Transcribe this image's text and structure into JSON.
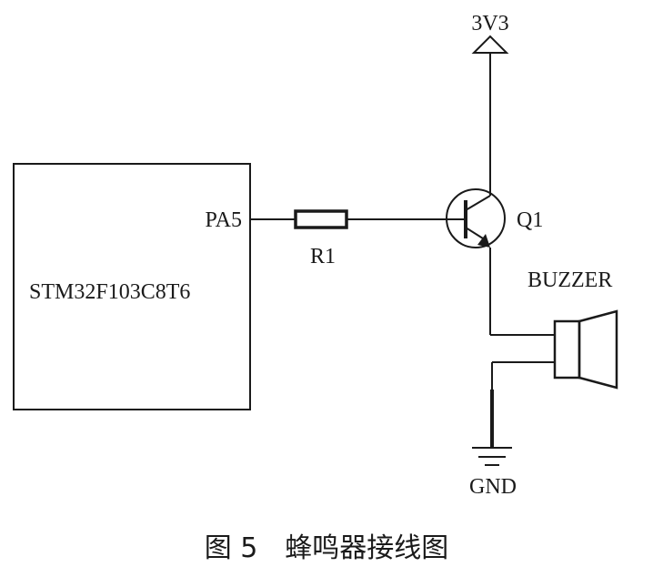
{
  "labels": {
    "vcc": "3V3",
    "mcu_pin": "PA5",
    "mcu_name": "STM32F103C8T6",
    "resistor": "R1",
    "transistor": "Q1",
    "buzzer": "BUZZER",
    "ground": "GND"
  },
  "caption": "图 5　蜂鸣器接线图",
  "colors": {
    "ink": "#1a1a1a",
    "background": "#ffffff"
  }
}
